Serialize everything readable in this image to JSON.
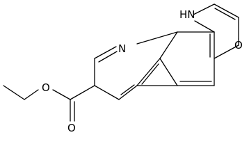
{
  "molecule": {
    "atoms": {
      "nh": "HN",
      "n": "N",
      "o_ketone": "O",
      "o_ester_carbonyl": "O",
      "o_ester_ether": "O"
    }
  },
  "colors": {
    "bond": "#000000",
    "background": "#ffffff"
  }
}
